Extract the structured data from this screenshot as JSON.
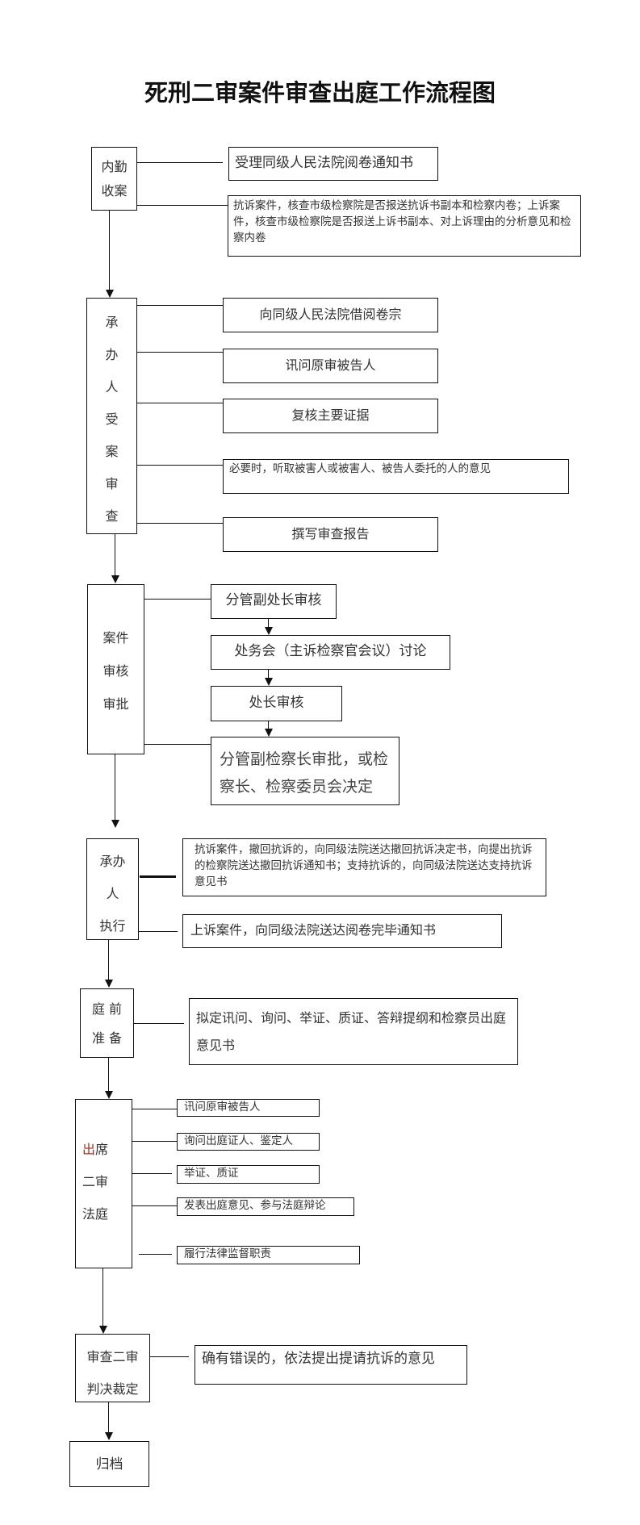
{
  "title": "死刑二审案件审查出庭工作流程图",
  "steps": {
    "s1": {
      "label": "内勤\n收案",
      "items": [
        "受理同级人民法院阅卷通知书",
        "抗诉案件，核查市级检察院是否报送抗诉书副本和检察内卷；上诉案件，核查市级检察院是否报送上诉书副本、对上诉理由的分析意见和检察内卷"
      ]
    },
    "s2": {
      "label": "承\n办\n人\n受\n案\n审\n查",
      "items": [
        "向同级人民法院借阅卷宗",
        "讯问原审被告人",
        "复核主要证据",
        "必要时，听取被害人或被害人、被告人委托的人的意见",
        "撰写审查报告"
      ]
    },
    "s3": {
      "label": "案件\n审核\n审批",
      "items": [
        "分管副处长审核",
        "处务会（主诉检察官会议）讨论",
        "处长审核",
        "分管副检察长审批，或检察长、检察委员会决定"
      ]
    },
    "s4": {
      "label": "承办\n人\n执行",
      "items": [
        "抗诉案件，撤回抗诉的，向同级法院送达撤回抗诉决定书，向提出抗诉的检察院送达撤回抗诉通知书；支持抗诉的，向同级法院送达支持抗诉意见书",
        "上诉案件，向同级法院送达阅卷完毕通知书"
      ]
    },
    "s5": {
      "label": "庭 前\n准 备",
      "items": [
        "拟定讯问、询问、举证、质证、答辩提纲和检察员出庭意见书"
      ]
    },
    "s6": {
      "label_first": "出",
      "label": "席\n二审\n法庭",
      "items": [
        "讯问原审被告人",
        "询问出庭证人、鉴定人",
        "举证、质证",
        "发表出庭意见、参与法庭辩论",
        "履行法律监督职责"
      ]
    },
    "s7": {
      "label": "审查二审\n判决裁定",
      "items": [
        "确有错误的，依法提出提请抗诉的意见"
      ]
    },
    "s8": {
      "label": "归档"
    }
  },
  "colors": {
    "line": "#111111",
    "accent_char": "#b03020"
  }
}
